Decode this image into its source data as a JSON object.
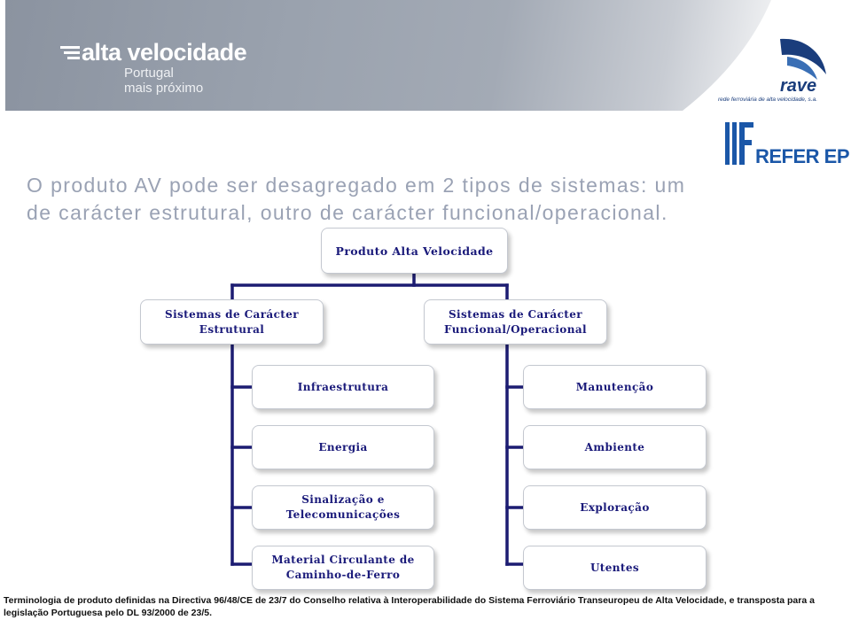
{
  "header": {
    "brand_name": "alta velocidade",
    "brand_tagline_1": "Portugal",
    "brand_tagline_2": "mais próximo",
    "rave_logo_text": "rave",
    "rave_caption": "rede ferroviária de alta velocidade, s.a.",
    "refer_logo_text": "REFER EP"
  },
  "title": {
    "line1": "O produto AV pode ser desagregado em 2 tipos de sistemas: um",
    "line2": "de carácter estrutural, outro de carácter funcional/operacional."
  },
  "diagram": {
    "root": "Produto Alta Velocidade",
    "left_branch": {
      "title_line1": "Sistemas de Carácter",
      "title_line2": "Estrutural",
      "children": [
        [
          "Infraestrutura"
        ],
        [
          "Energia"
        ],
        [
          "Sinalização e",
          "Telecomunicações"
        ],
        [
          "Material Circulante de",
          "Caminho-de-Ferro"
        ]
      ]
    },
    "right_branch": {
      "title_line1": "Sistemas de Carácter",
      "title_line2": "Funcional/Operacional",
      "children": [
        [
          "Manutenção"
        ],
        [
          "Ambiente"
        ],
        [
          "Exploração"
        ],
        [
          "Utentes"
        ]
      ]
    }
  },
  "footnote": "Terminologia de produto definidas na Directiva 96/48/CE de 23/7 do Conselho relativa à Interoperabilidade do Sistema Ferroviário Transeuropeu de Alta Velocidade, e transposta para a legislação Portuguesa pelo DL 93/2000 de 23/5.",
  "colors": {
    "connector": "#1c1c72",
    "box_text": "#1a1a7a",
    "title_text": "#9aa2b4",
    "refer_blue": "#1b57a8",
    "rave_blue": "#1a3d7c"
  }
}
